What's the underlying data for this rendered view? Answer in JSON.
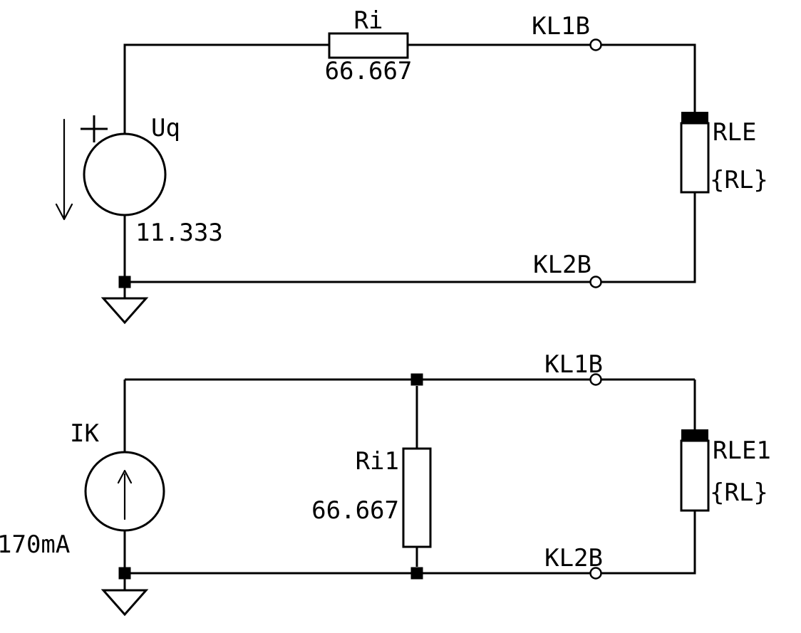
{
  "schematic": {
    "colors": {
      "stroke": "#000000",
      "terminal_label": "#0000ff",
      "background": "#ffffff"
    },
    "thevenin": {
      "source": {
        "name": "Uq",
        "value": "11.333"
      },
      "series_resistor": {
        "name": "Ri",
        "value": "66.667"
      },
      "load": {
        "name": "RLE",
        "value": "{RL}"
      },
      "terminals": {
        "top": "KL1B",
        "bottom": "KL2B"
      }
    },
    "norton": {
      "source": {
        "name": "IK",
        "value": "170mA"
      },
      "parallel_resistor": {
        "name": "Ri1",
        "value": "66.667"
      },
      "load": {
        "name": "RLE1",
        "value": "{RL}"
      },
      "terminals": {
        "top": "KL1B",
        "bottom": "KL2B"
      }
    }
  }
}
